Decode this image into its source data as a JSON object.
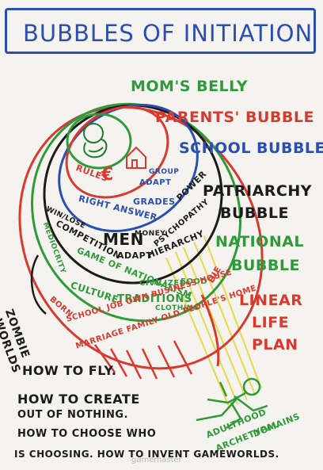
{
  "title": "BUBBLES OF INITIATION",
  "bubbles": {
    "moms_belly": "MOM'S BELLY",
    "parents": "PARENTS' BUBBLE",
    "school": "SCHOOL BUBBLE",
    "patriarchy_1": "PATRIARCHY",
    "patriarchy_2": "BUBBLE",
    "national_1": "NATIONAL",
    "national_2": "BUBBLE",
    "linear_1": "LINEAR",
    "linear_2": "LIFE",
    "linear_3": "PLAN"
  },
  "inner_words": {
    "rules": "RULES",
    "euro": "€",
    "group_adapt_1": "GROUP",
    "group_adapt_2": "ADAPT",
    "grades": "GRADES",
    "right_answer": "RIGHT ANSWER",
    "power": "POWER",
    "psychopathy": "PSYCHOPATHY",
    "money": "MONEY",
    "men": "MEN",
    "win_lose": "WIN/LOSE",
    "competition": "COMPETITION",
    "adapt": "ADAPT",
    "hierarchy": "HIERARCHY",
    "mediocrity": "MEDIOCRITY",
    "game_of_nationalism": "GAME OF NATIONALISM",
    "civilized": "CIVILIZED",
    "culture": "CULTURE",
    "traditions": "TRADITIONS",
    "food": "FOOD",
    "clothing": "CLOTHING",
    "die": "DIE",
    "born": "BORN",
    "school_line": "SCHOOL JOB OWN BUSINESS HOUSE",
    "marriage_line": "MARRIAGE FAMILY OLD PEOPLE'S HOME"
  },
  "zombie": {
    "line1": "ZOMBIE",
    "line2": "WORLDS"
  },
  "adulthood": {
    "line1": "ADULTHOOD",
    "line2": "ARCHETYPAL",
    "line3": "DOMAINS"
  },
  "bottom": {
    "line1": "HOW TO FLY.",
    "line2": "HOW TO CREATE",
    "line3": "OUT OF NOTHING.",
    "line4": "HOW TO CHOOSE WHO",
    "line5": "IS CHOOSING. HOW TO INVENT GAMEWORLDS."
  },
  "watermark": "gamemaster",
  "colors": {
    "blue": "#2a4fb0",
    "green": "#2f9a3a",
    "red": "#d83a2f",
    "black": "#1b1b1b",
    "yellow": "#e8d94a",
    "dark_green": "#1f7a2e"
  }
}
